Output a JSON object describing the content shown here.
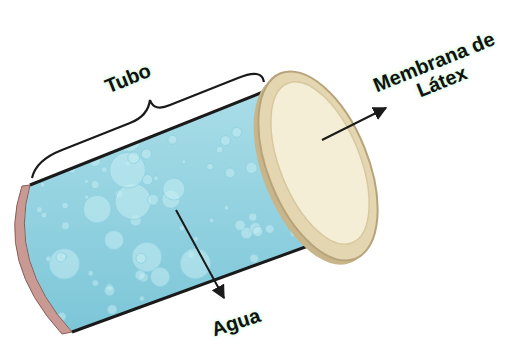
{
  "diagram": {
    "labels": [
      "Tubo",
      "Membrana de Látex",
      "Agua"
    ]
  }
}
